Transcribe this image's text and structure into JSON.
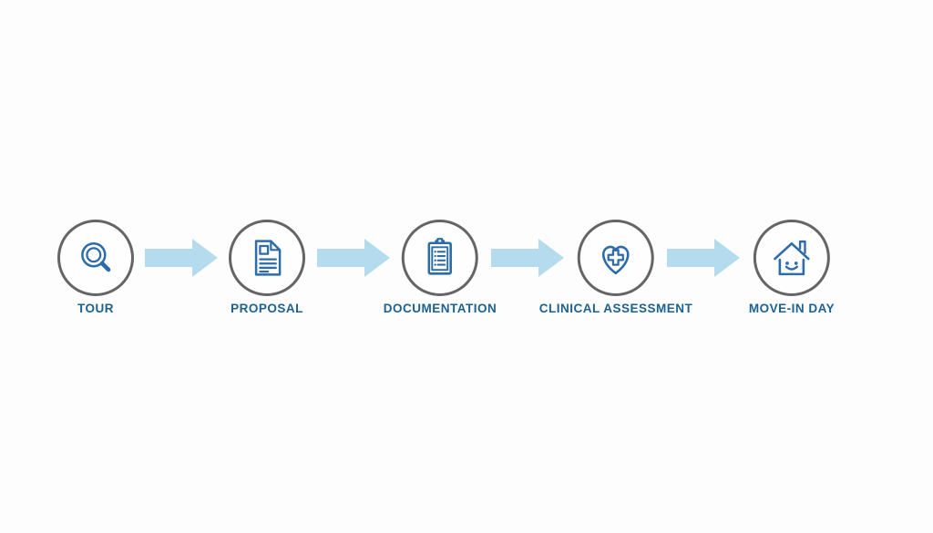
{
  "page": {
    "background": "#fdfdfd",
    "description": "Five-step admission process flow diagram"
  },
  "diagram": {
    "colors": {
      "icon_stroke": "#2d6ca8",
      "circle_border": "#656565",
      "arrow_fill": "#b5dcee",
      "label_text": "#1d6191"
    },
    "steps": [
      {
        "label": "TOUR",
        "icon": "magnifier-icon"
      },
      {
        "label": "PROPOSAL",
        "icon": "document-icon"
      },
      {
        "label": "DOCUMENTATION",
        "icon": "clipboard-icon"
      },
      {
        "label": "CLINICAL ASSESSMENT",
        "icon": "heart-cross-icon"
      },
      {
        "label": "MOVE-IN DAY",
        "icon": "house-icon"
      }
    ],
    "connector": "right-arrow"
  }
}
